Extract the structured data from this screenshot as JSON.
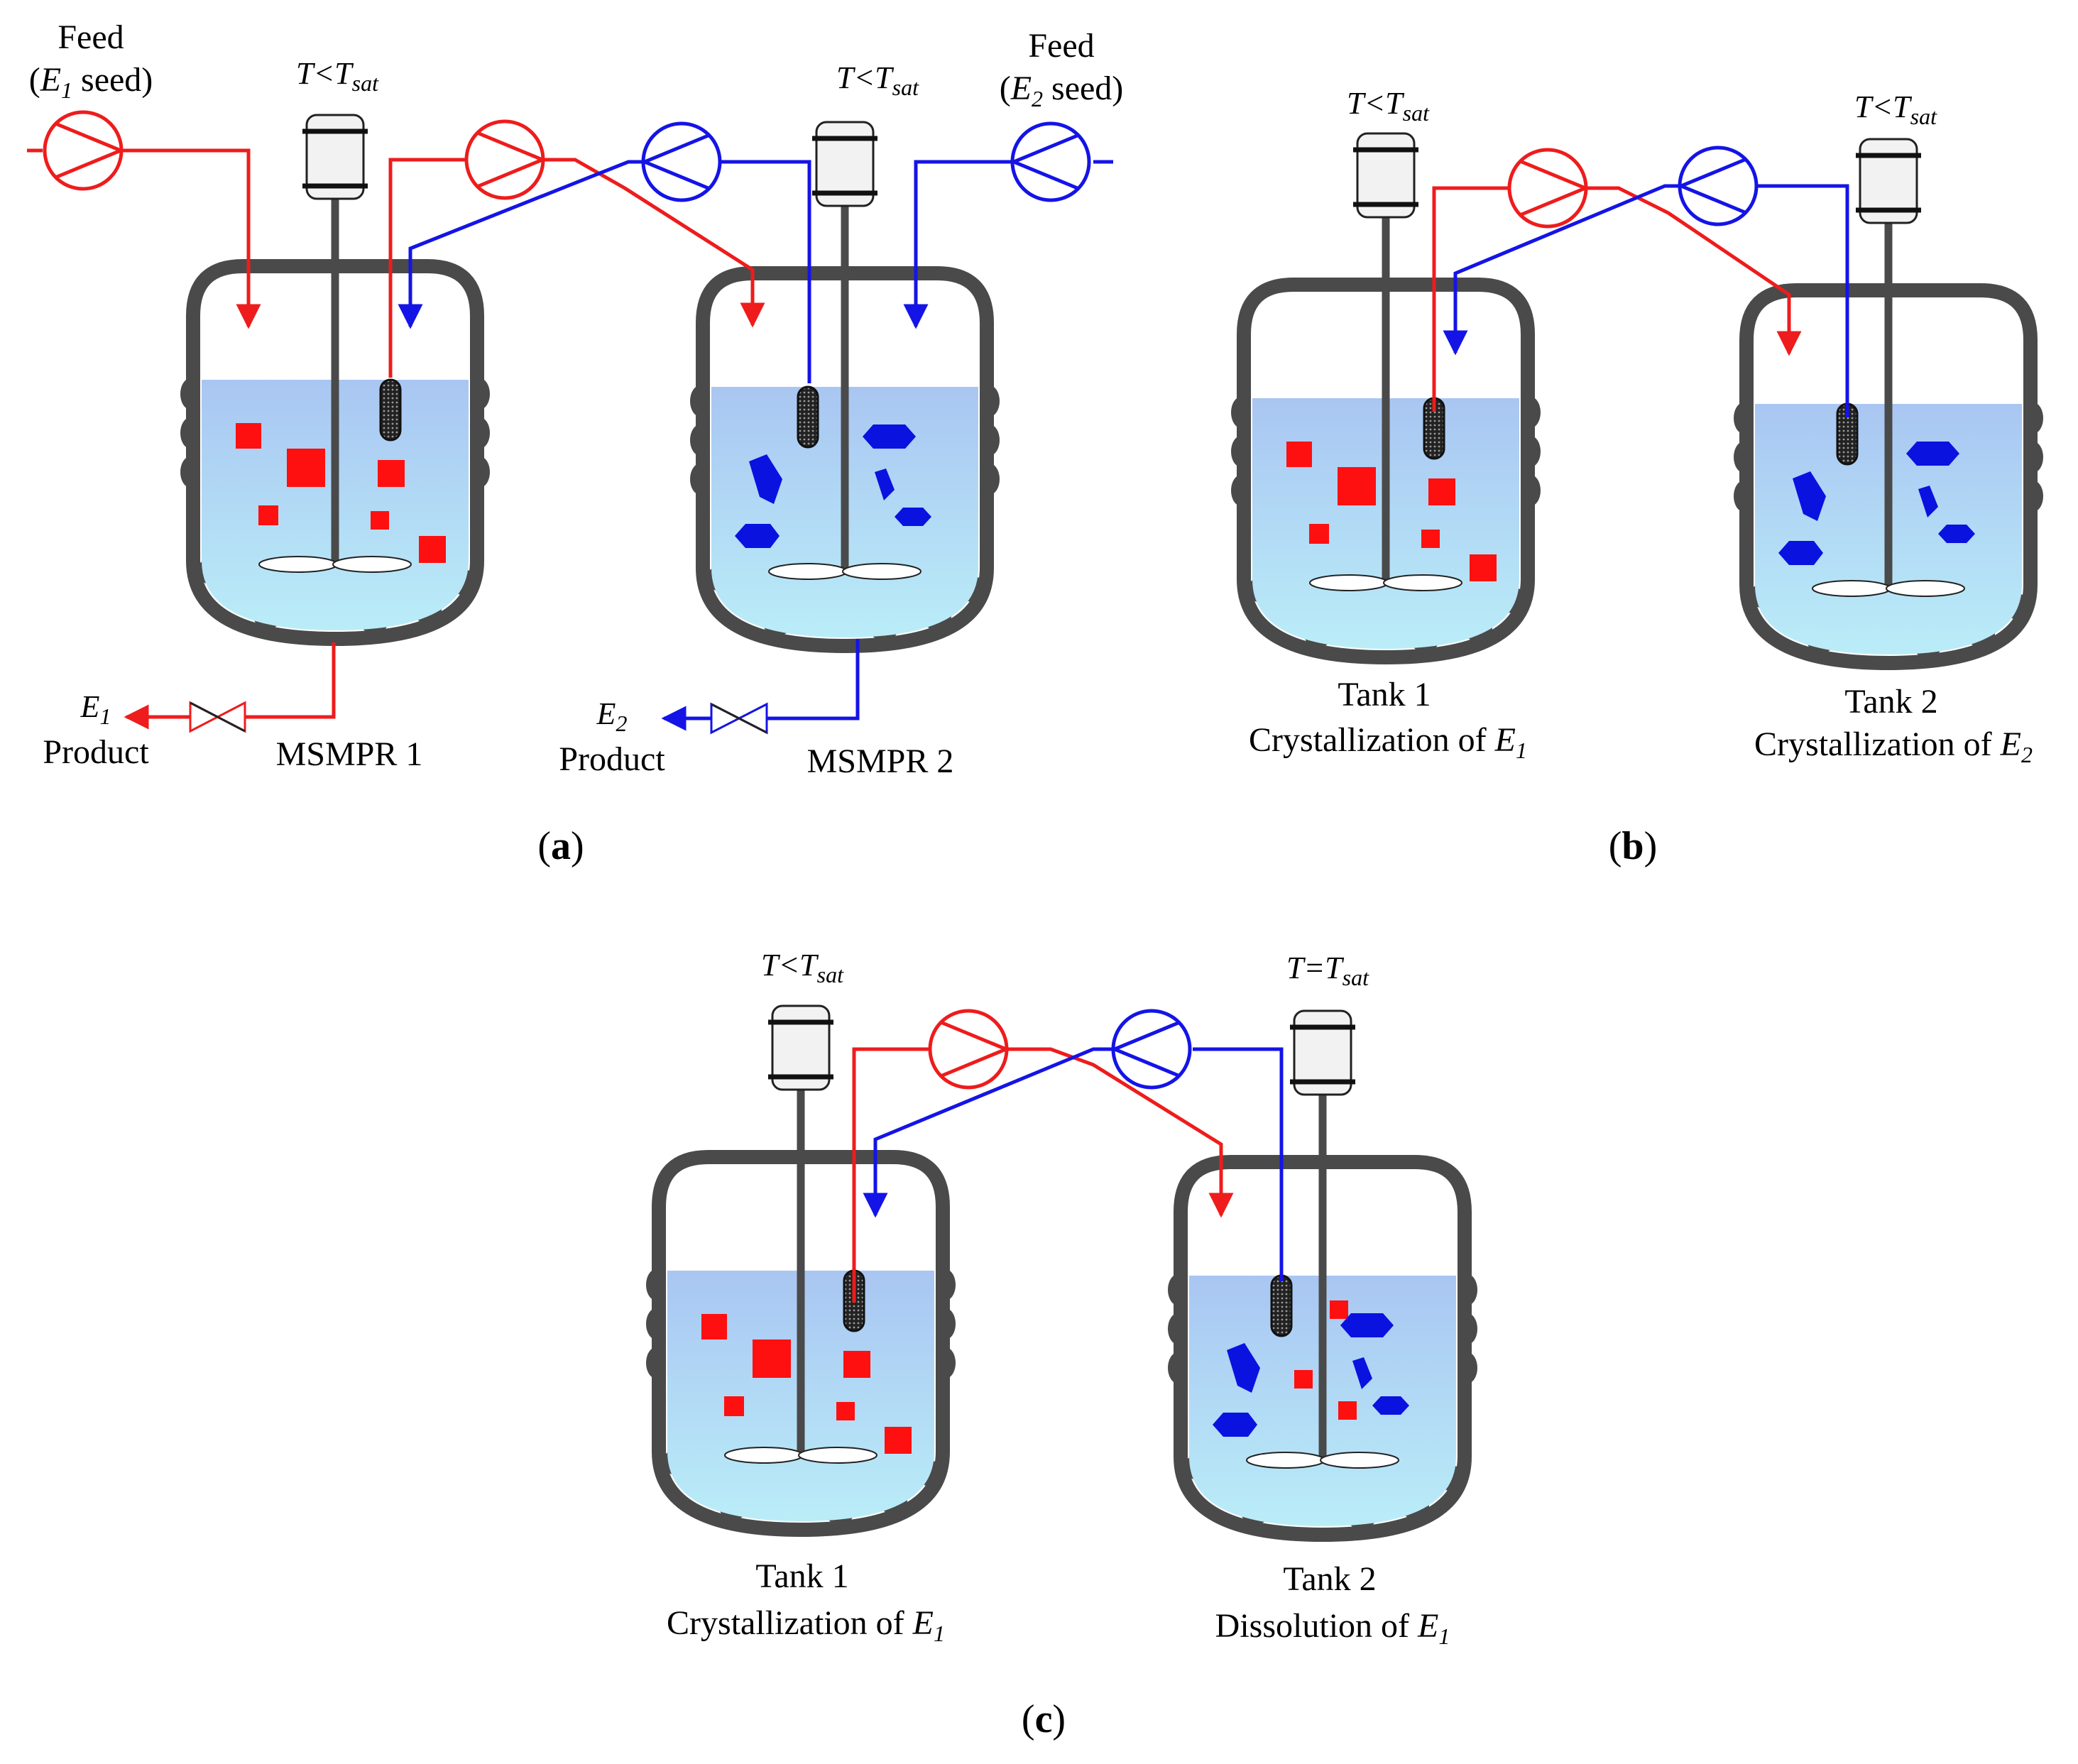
{
  "panels": {
    "a": {
      "label": "(a)",
      "left_temp": "T<T",
      "left_temp_sub": "sat",
      "right_temp": "T<T",
      "right_temp_sub": "sat",
      "feed_left_line1": "Feed",
      "feed_left_line2_pre": "(",
      "feed_left_E": "E",
      "feed_left_sub": "1",
      "feed_left_post": " seed)",
      "feed_right_line1": "Feed",
      "feed_right_line2_pre": "(",
      "feed_right_E": "E",
      "feed_right_sub": "2",
      "feed_right_post": " seed)",
      "product_left_E": "E",
      "product_left_sub": "1",
      "product_left_word": "Product",
      "product_right_E": "E",
      "product_right_sub": "2",
      "product_right_word": "Product",
      "vessel_left": "MSMPR 1",
      "vessel_right": "MSMPR 2"
    },
    "b": {
      "label": "(b)",
      "left_temp": "T<T",
      "left_temp_sub": "sat",
      "right_temp": "T<T",
      "right_temp_sub": "sat",
      "tank_left_line1": "Tank 1",
      "tank_left_line2": "Crystallization of ",
      "tank_left_E": "E",
      "tank_left_sub": "1",
      "tank_right_line1": "Tank 2",
      "tank_right_line2": "Crystallization of ",
      "tank_right_E": "E",
      "tank_right_sub": "2"
    },
    "c": {
      "label": "(c)",
      "left_temp": "T<T",
      "left_temp_sub": "sat",
      "right_temp": "T=T",
      "right_temp_sub": "sat",
      "tank_left_line1": "Tank 1",
      "tank_left_line2": "Crystallization of ",
      "tank_left_E": "E",
      "tank_left_sub": "1",
      "tank_right_line1": "Tank 2",
      "tank_right_line2": "Dissolution of ",
      "tank_right_E": "E",
      "tank_right_sub": "1"
    }
  },
  "colors": {
    "red_stream": "#ee1c1c",
    "blue_stream": "#1414e6",
    "vessel_wall": "#4a4a4a",
    "liquid_top": "#a9c6f2",
    "liquid_bottom": "#b9ecf8",
    "crystal_red": "#ff1010",
    "crystal_blue": "#0a12e0"
  }
}
